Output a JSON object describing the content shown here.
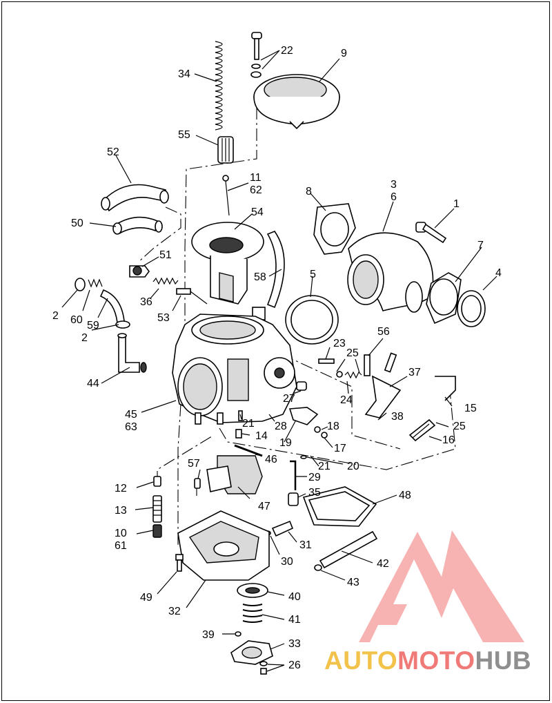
{
  "callouts": [
    {
      "id": "c22",
      "text": "22"
    },
    {
      "id": "c9",
      "text": "9"
    },
    {
      "id": "c34",
      "text": "34"
    },
    {
      "id": "c55",
      "text": "55"
    },
    {
      "id": "c52",
      "text": "52"
    },
    {
      "id": "c11",
      "text": "11"
    },
    {
      "id": "c62",
      "text": "62"
    },
    {
      "id": "c8",
      "text": "8"
    },
    {
      "id": "c3",
      "text": "3"
    },
    {
      "id": "c6",
      "text": "6"
    },
    {
      "id": "c1",
      "text": "1"
    },
    {
      "id": "c50",
      "text": "50"
    },
    {
      "id": "c54",
      "text": "54"
    },
    {
      "id": "c7",
      "text": "7"
    },
    {
      "id": "c4",
      "text": "4"
    },
    {
      "id": "c51",
      "text": "51"
    },
    {
      "id": "c58",
      "text": "58"
    },
    {
      "id": "c5",
      "text": "5"
    },
    {
      "id": "c36",
      "text": "36"
    },
    {
      "id": "c2a",
      "text": "2"
    },
    {
      "id": "c60",
      "text": "60"
    },
    {
      "id": "c59",
      "text": "59"
    },
    {
      "id": "c53",
      "text": "53"
    },
    {
      "id": "c2b",
      "text": "2"
    },
    {
      "id": "c56",
      "text": "56"
    },
    {
      "id": "c23",
      "text": "23"
    },
    {
      "id": "c25a",
      "text": "25"
    },
    {
      "id": "c44",
      "text": "44"
    },
    {
      "id": "c37",
      "text": "37"
    },
    {
      "id": "c24",
      "text": "24"
    },
    {
      "id": "c27",
      "text": "27"
    },
    {
      "id": "c15",
      "text": "15"
    },
    {
      "id": "c38",
      "text": "38"
    },
    {
      "id": "c45",
      "text": "45"
    },
    {
      "id": "c63",
      "text": "63"
    },
    {
      "id": "c21a",
      "text": "21"
    },
    {
      "id": "c28",
      "text": "28"
    },
    {
      "id": "c18",
      "text": "18"
    },
    {
      "id": "c25b",
      "text": "25"
    },
    {
      "id": "c14",
      "text": "14"
    },
    {
      "id": "c19",
      "text": "19"
    },
    {
      "id": "c17",
      "text": "17"
    },
    {
      "id": "c16",
      "text": "16"
    },
    {
      "id": "c20",
      "text": "20"
    },
    {
      "id": "c46",
      "text": "46"
    },
    {
      "id": "c21b",
      "text": "21"
    },
    {
      "id": "c57",
      "text": "57"
    },
    {
      "id": "c29",
      "text": "29"
    },
    {
      "id": "c12",
      "text": "12"
    },
    {
      "id": "c35",
      "text": "35"
    },
    {
      "id": "c48",
      "text": "48"
    },
    {
      "id": "c47",
      "text": "47"
    },
    {
      "id": "c13",
      "text": "13"
    },
    {
      "id": "c31",
      "text": "31"
    },
    {
      "id": "c10",
      "text": "10"
    },
    {
      "id": "c61",
      "text": "61"
    },
    {
      "id": "c30",
      "text": "30"
    },
    {
      "id": "c42",
      "text": "42"
    },
    {
      "id": "c43",
      "text": "43"
    },
    {
      "id": "c40",
      "text": "40"
    },
    {
      "id": "c49",
      "text": "49"
    },
    {
      "id": "c32",
      "text": "32"
    },
    {
      "id": "c41",
      "text": "41"
    },
    {
      "id": "c39",
      "text": "39"
    },
    {
      "id": "c33",
      "text": "33"
    },
    {
      "id": "c26",
      "text": "26"
    }
  ],
  "watermark": {
    "part1": "AUTO",
    "part2": "MOTO",
    "part3": "HUB",
    "colors": {
      "auto": "#f3c24a",
      "moto": "#f07a78",
      "hub": "#8f8f8f",
      "triangle": "#f4a6a4"
    }
  },
  "icons": [
    "carburetor-assembly-illustration",
    "automotohub-logo-icon"
  ]
}
